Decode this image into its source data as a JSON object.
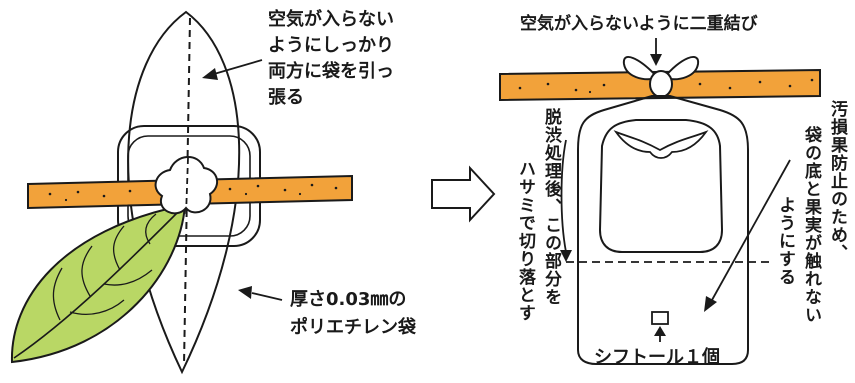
{
  "left_panel": {
    "tie_note_lines": [
      "空気が入らない",
      "ようにしっかり",
      "両方に袋を引っ",
      "張る"
    ],
    "bag_note": [
      "厚さ0.03㎜の",
      "ポリエチレン袋"
    ]
  },
  "right_panel": {
    "top_note": "空気が入らないように二重結び",
    "cut_note_columns": [
      "脱渋処理後、この部分を",
      "ハサミで切り落とす"
    ],
    "prevent_note_columns": [
      "汚損果防止のため、",
      "袋の底と果実が触れない",
      "ようにする"
    ],
    "sifutoru_note": "シフトール１個"
  },
  "colors": {
    "branch_fill": "#f2a23a",
    "leaf_fill": "#b9d765",
    "line": "#1a1a1a"
  }
}
